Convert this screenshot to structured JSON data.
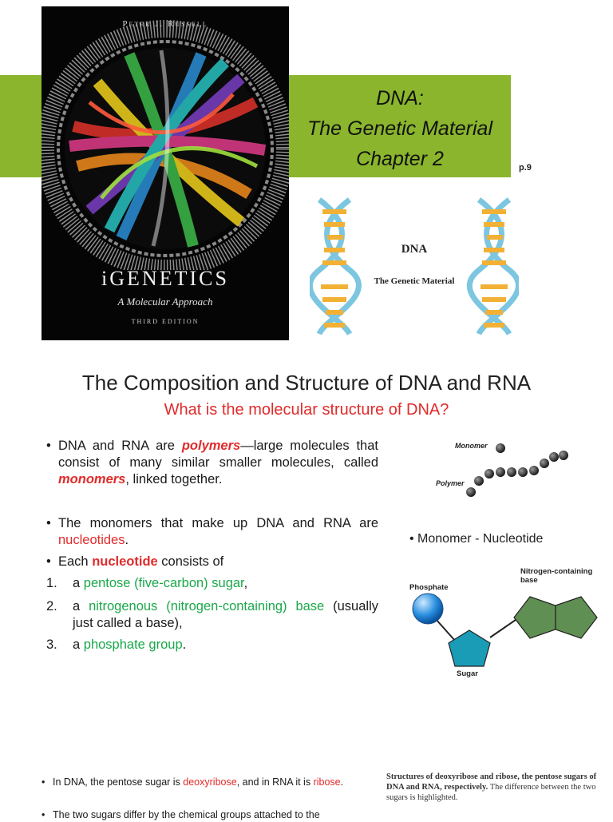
{
  "slide1": {
    "book_cover": {
      "author": "Peter J. Russell",
      "title": "iGENETICS",
      "subtitle": "A Molecular Approach",
      "edition": "THIRD EDITION"
    },
    "title_lines": [
      "DNA:",
      "The Genetic Material",
      "Chapter 2"
    ],
    "page_ref": "p.9",
    "dna_image": {
      "label": "DNA",
      "sublabel": "The Genetic Material"
    },
    "colors": {
      "band": "#8ab52d",
      "cover_bg": "#050505"
    }
  },
  "slide2": {
    "heading": "The Composition and Structure of DNA and RNA",
    "subheading": "What is the molecular structure of DNA?",
    "bullet1": {
      "before": "DNA and RNA are ",
      "em1": "polymers",
      "mid": "—large molecules that consist of many similar smaller molecules, called ",
      "em2": "monomers",
      "after": ", linked together."
    },
    "bullet2": {
      "before": "The monomers that make up DNA and RNA are ",
      "em": "nucleotides",
      "after": "."
    },
    "bullet3": {
      "before": "Each ",
      "em": "nucleotide",
      "after": " consists of"
    },
    "items": [
      {
        "num": "1.",
        "before": "a ",
        "em": "pentose (five-carbon) sugar",
        "after": ","
      },
      {
        "num": "2.",
        "before": "a ",
        "em": "nitrogenous (nitrogen-containing) base",
        "after": " (usually just called a base),"
      },
      {
        "num": "3.",
        "before": "a ",
        "em": "phosphate group",
        "after": "."
      }
    ],
    "monomer_figure": {
      "monomer_label": "Monomer",
      "polymer_label": "Polymer"
    },
    "nucleotide_figure": {
      "title": "•  Monomer - Nucleotide",
      "phosphate_label": "Phosphate",
      "base_label_1": "Nitrogen-containing",
      "base_label_2": "base",
      "sugar_label": "Sugar"
    },
    "colors": {
      "accent_red": "#e02b2b",
      "accent_green": "#1aa84a"
    }
  },
  "slide3": {
    "bullet1": {
      "before": "In DNA, the pentose sugar is ",
      "em1": "deoxyribose",
      "mid": ", and in RNA it is ",
      "em2": "ribose",
      "after": "."
    },
    "bullet2": {
      "text": "The two sugars differ by the chemical groups attached to the"
    },
    "caption": {
      "bold": "Structures of deoxyribose and ribose, the pentose sugars of DNA and RNA, respectively.",
      "rest": " The difference between the two sugars is highlighted."
    }
  }
}
